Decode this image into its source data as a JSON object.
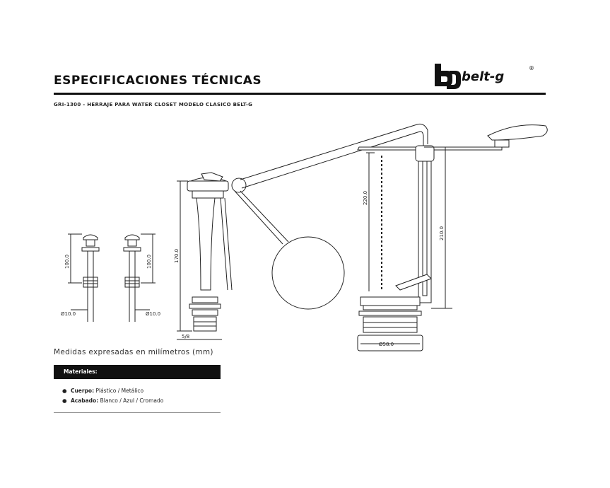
{
  "header": {
    "title": "ESPECIFICACIONES TÉCNICAS",
    "subtitle": "GRI-1300 - HERRAJE PARA WATER CLOSET MODELO CLASICO BELT-G"
  },
  "logo": {
    "text": "belt-g",
    "registered": "®"
  },
  "dimensions": {
    "bolt1_height": "100.0",
    "bolt1_diameter": "Ø10.0",
    "bolt2_height": "100.0",
    "bolt2_diameter": "Ø10.0",
    "fill_valve_height": "170.0",
    "fill_valve_thread": "5/8",
    "chain_length": "220.0",
    "overflow_height": "210.0",
    "flush_valve_diameter": "Ø58.0"
  },
  "measure_note": "Medidas expresadas en milímetros (mm)",
  "materials": {
    "title": "Materiales:",
    "items": [
      {
        "key": "Cuerpo:",
        "value": "Plástico / Metálico"
      },
      {
        "key": "Acabado:",
        "value": "Blanco / Azul / Cromado"
      }
    ]
  }
}
